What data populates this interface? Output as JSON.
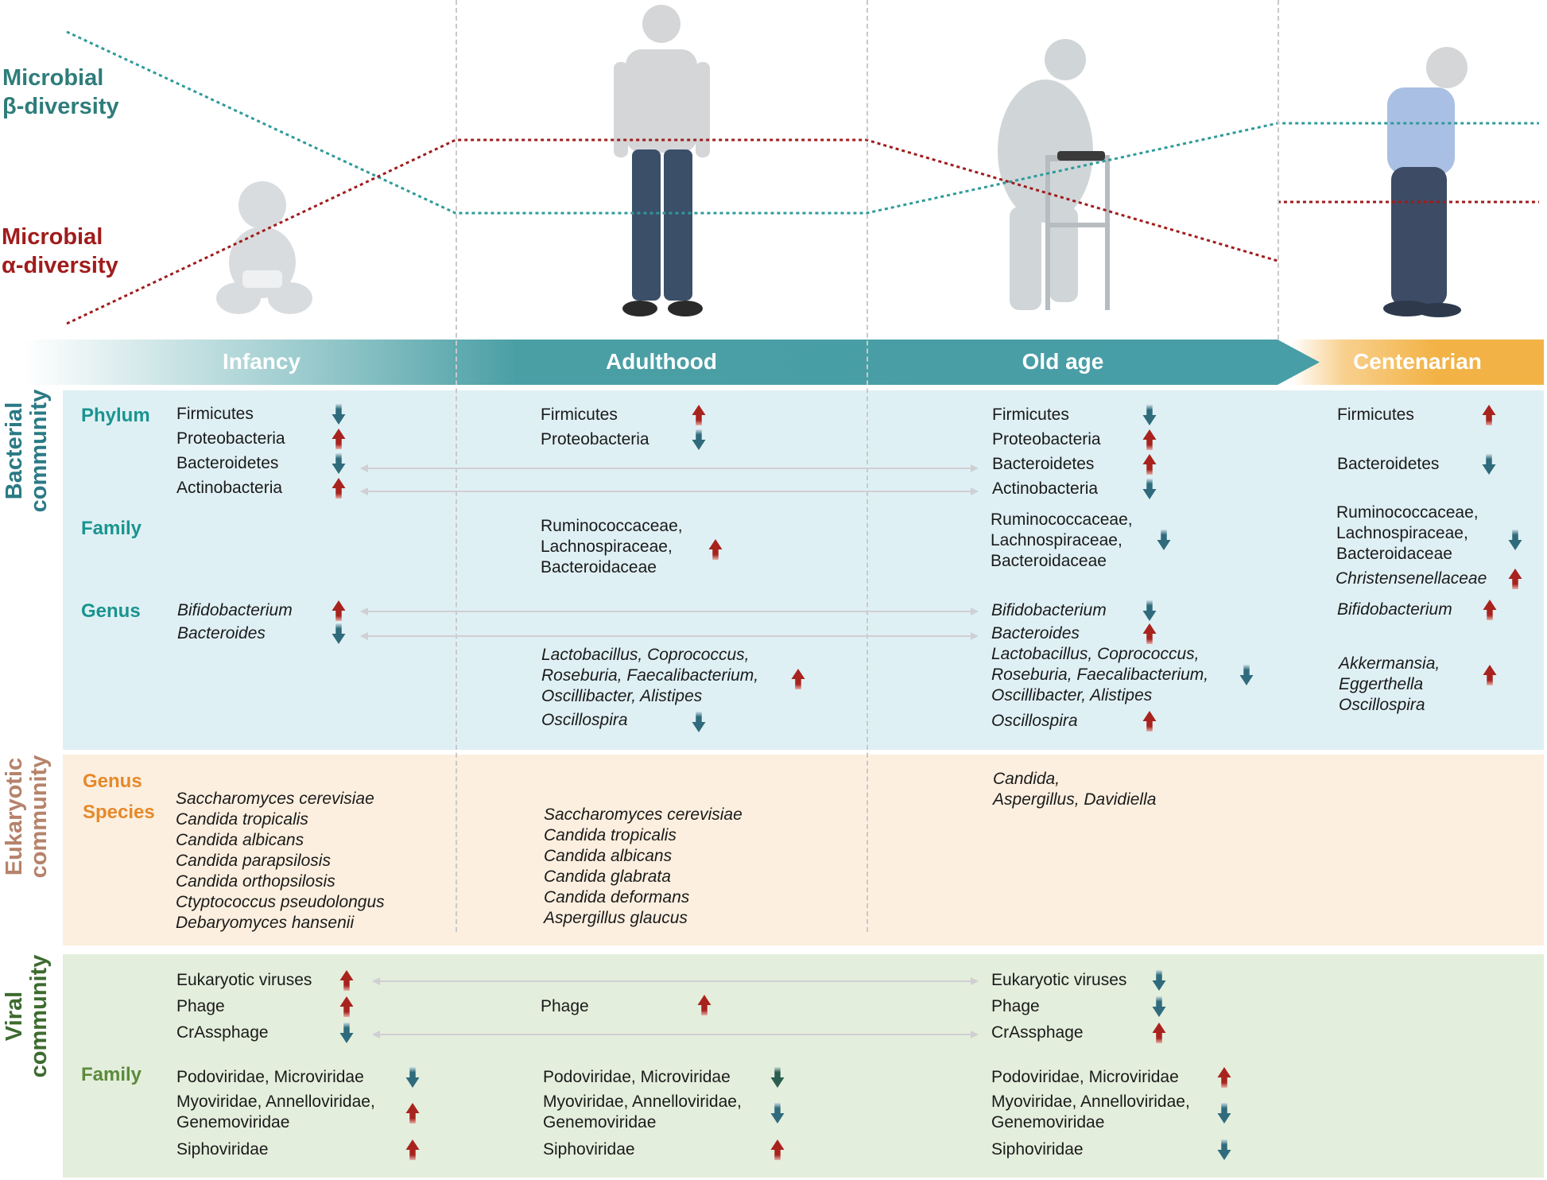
{
  "diversity": {
    "beta_label": [
      "Microbial",
      "β-diversity"
    ],
    "alpha_label": [
      "Microbial",
      "α-diversity"
    ],
    "beta_color": "#2e8a8a",
    "alpha_color": "#a01c1c"
  },
  "stages": [
    "Infancy",
    "Adulthood",
    "Old age",
    "Centenarian"
  ],
  "colors": {
    "up": "#a8231e",
    "down": "#2f6b7c",
    "bacterial": "#1a9490",
    "eukaryotic": "#e5892a",
    "viral": "#5b8a3c"
  },
  "bacterial": {
    "side_label": [
      "Bacterial",
      "community"
    ],
    "levels": [
      "Phylum",
      "Family",
      "Genus"
    ],
    "infancy": {
      "phylum": [
        {
          "name": "Firmicutes",
          "trend": "down"
        },
        {
          "name": "Proteobacteria",
          "trend": "up"
        },
        {
          "name": "Bacteroidetes",
          "trend": "down"
        },
        {
          "name": "Actinobacteria",
          "trend": "up"
        }
      ],
      "genus": [
        {
          "name": "Bifidobacterium",
          "trend": "up"
        },
        {
          "name": "Bacteroides",
          "trend": "down"
        }
      ]
    },
    "adulthood": {
      "phylum": [
        {
          "name": "Firmicutes",
          "trend": "up"
        },
        {
          "name": "Proteobacteria",
          "trend": "down"
        }
      ],
      "family": {
        "lines": [
          "Ruminococcaceae,",
          "Lachnospiraceae,",
          "Bacteroidaceae"
        ],
        "trend": "up"
      },
      "genus_group": {
        "lines": [
          "Lactobacillus, Coprococcus,",
          "Roseburia, Faecalibacterium,",
          "Oscillibacter, Alistipes"
        ],
        "trend": "up"
      },
      "genus_single": {
        "name": "Oscillospira",
        "trend": "down"
      }
    },
    "old_age": {
      "phylum": [
        {
          "name": "Firmicutes",
          "trend": "down"
        },
        {
          "name": "Proteobacteria",
          "trend": "up"
        },
        {
          "name": "Bacteroidetes",
          "trend": "up"
        },
        {
          "name": "Actinobacteria",
          "trend": "down"
        }
      ],
      "family": {
        "lines": [
          "Ruminococcaceae,",
          "Lachnospiraceae,",
          "Bacteroidaceae"
        ],
        "trend": "down"
      },
      "genus": [
        {
          "name": "Bifidobacterium",
          "trend": "down"
        },
        {
          "name": "Bacteroides",
          "trend": "up"
        }
      ],
      "genus_group": {
        "lines": [
          "Lactobacillus, Coprococcus,",
          "Roseburia, Faecalibacterium,",
          "Oscillibacter, Alistipes"
        ],
        "trend": "down"
      },
      "genus_single": {
        "name": "Oscillospira",
        "trend": "up"
      }
    },
    "centenarian": {
      "phylum": [
        {
          "name": "Firmicutes",
          "trend": "up"
        },
        {
          "name": "Bacteroidetes",
          "trend": "down"
        }
      ],
      "family": {
        "lines": [
          "Ruminococcaceae,",
          "Lachnospiraceae,",
          "Bacteroidaceae"
        ],
        "trend": "down"
      },
      "family_extra": {
        "name": "Christensenellaceae",
        "trend": "up"
      },
      "genus": {
        "name": "Bifidobacterium",
        "trend": "up"
      },
      "genus_group": {
        "lines": [
          "Akkermansia,",
          "Eggerthella",
          "Oscillospira"
        ],
        "trend": "up"
      }
    }
  },
  "eukaryotic": {
    "side_label": [
      "Eukaryotic",
      "community"
    ],
    "levels": [
      "Genus",
      "Species"
    ],
    "infancy": [
      "Saccharomyces cerevisiae",
      "Candida tropicalis",
      "Candida albicans",
      "Candida parapsilosis",
      "Candida orthopsilosis",
      "Ctyptococcus pseudolongus",
      "Debaryomyces hansenii"
    ],
    "adulthood": [
      "Saccharomyces cerevisiae",
      "Candida tropicalis",
      "Candida albicans",
      "Candida glabrata",
      "Candida deformans",
      "Aspergillus glaucus"
    ],
    "old_age": [
      "Candida,",
      "Aspergillus, Davidiella"
    ]
  },
  "viral": {
    "side_label": [
      "Viral",
      "community"
    ],
    "levels": [
      "Family"
    ],
    "infancy": {
      "groups": [
        {
          "name": "Eukaryotic viruses",
          "trend": "up"
        },
        {
          "name": "Phage",
          "trend": "up"
        },
        {
          "name": "CrAssphage",
          "trend": "down"
        }
      ],
      "families": [
        {
          "lines": [
            "Podoviridae, Microviridae"
          ],
          "trend": "down"
        },
        {
          "lines": [
            "Myoviridae, Annelloviridae,",
            "Genemoviridae"
          ],
          "trend": "up"
        },
        {
          "lines": [
            "Siphoviridae"
          ],
          "trend": "up"
        }
      ]
    },
    "adulthood": {
      "groups": [
        {
          "name": "Phage",
          "trend": "up"
        }
      ],
      "families": [
        {
          "lines": [
            "Podoviridae, Microviridae"
          ],
          "trend": "down"
        },
        {
          "lines": [
            "Myoviridae, Annelloviridae,",
            "Genemoviridae"
          ],
          "trend": "down"
        },
        {
          "lines": [
            "Siphoviridae"
          ],
          "trend": "up"
        }
      ]
    },
    "old_age": {
      "groups": [
        {
          "name": "Eukaryotic viruses",
          "trend": "down"
        },
        {
          "name": "Phage",
          "trend": "down"
        },
        {
          "name": "CrAssphage",
          "trend": "up"
        }
      ],
      "families": [
        {
          "lines": [
            "Podoviridae, Microviridae"
          ],
          "trend": "up"
        },
        {
          "lines": [
            "Myoviridae, Annelloviridae,",
            "Genemoviridae"
          ],
          "trend": "down"
        },
        {
          "lines": [
            "Siphoviridae"
          ],
          "trend": "down"
        }
      ]
    }
  }
}
